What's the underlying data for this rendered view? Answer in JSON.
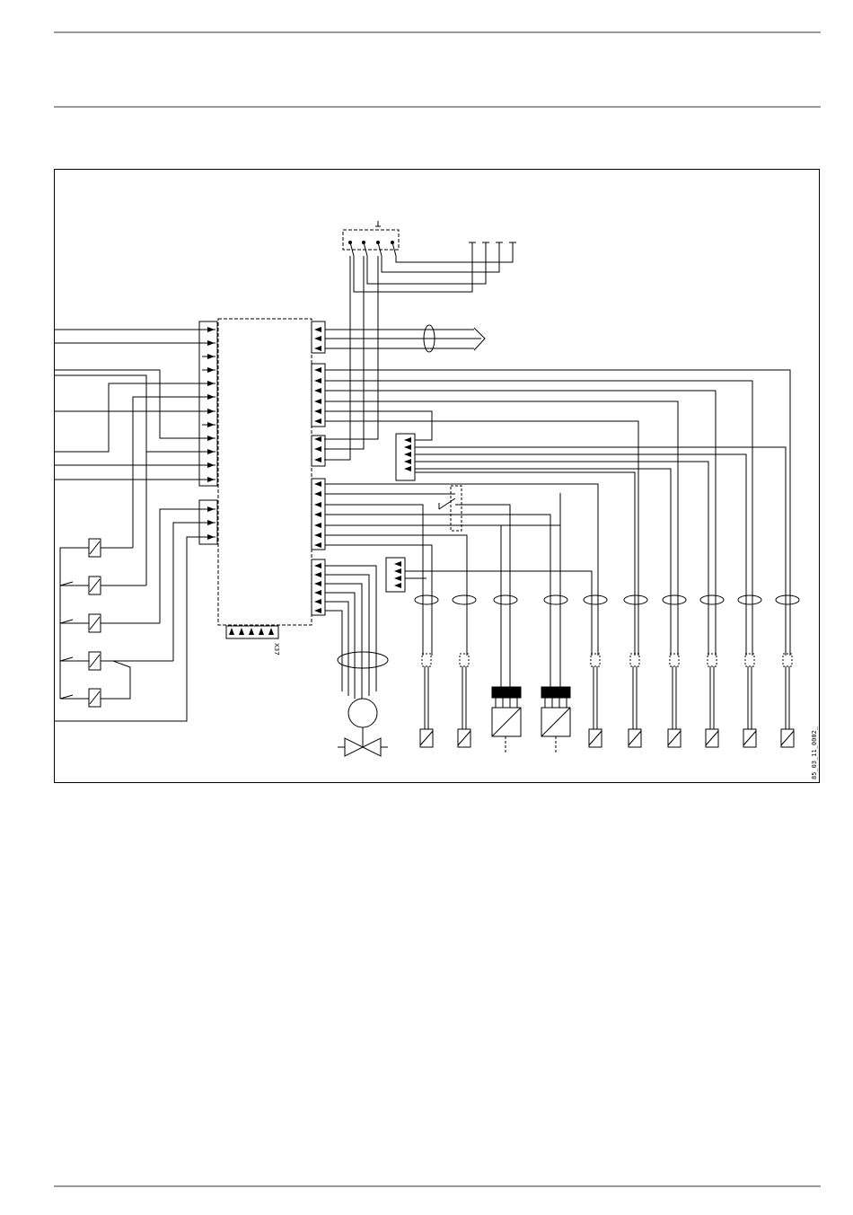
{
  "page": {
    "figure_id": "85_03_11_0002_",
    "connector_label": "X37",
    "top_box_label": "1"
  },
  "diagram": {
    "description_free": true,
    "left_pins_group1": 12,
    "left_pins_group2": 3,
    "right_pins_group1": 3,
    "right_pins_group2": 6,
    "right_pins_group3": 3,
    "right_pins_group4": 7,
    "right_pins_group5": 6,
    "bottom_pins": 5,
    "relays": 5,
    "sensors_bottom": 10
  }
}
